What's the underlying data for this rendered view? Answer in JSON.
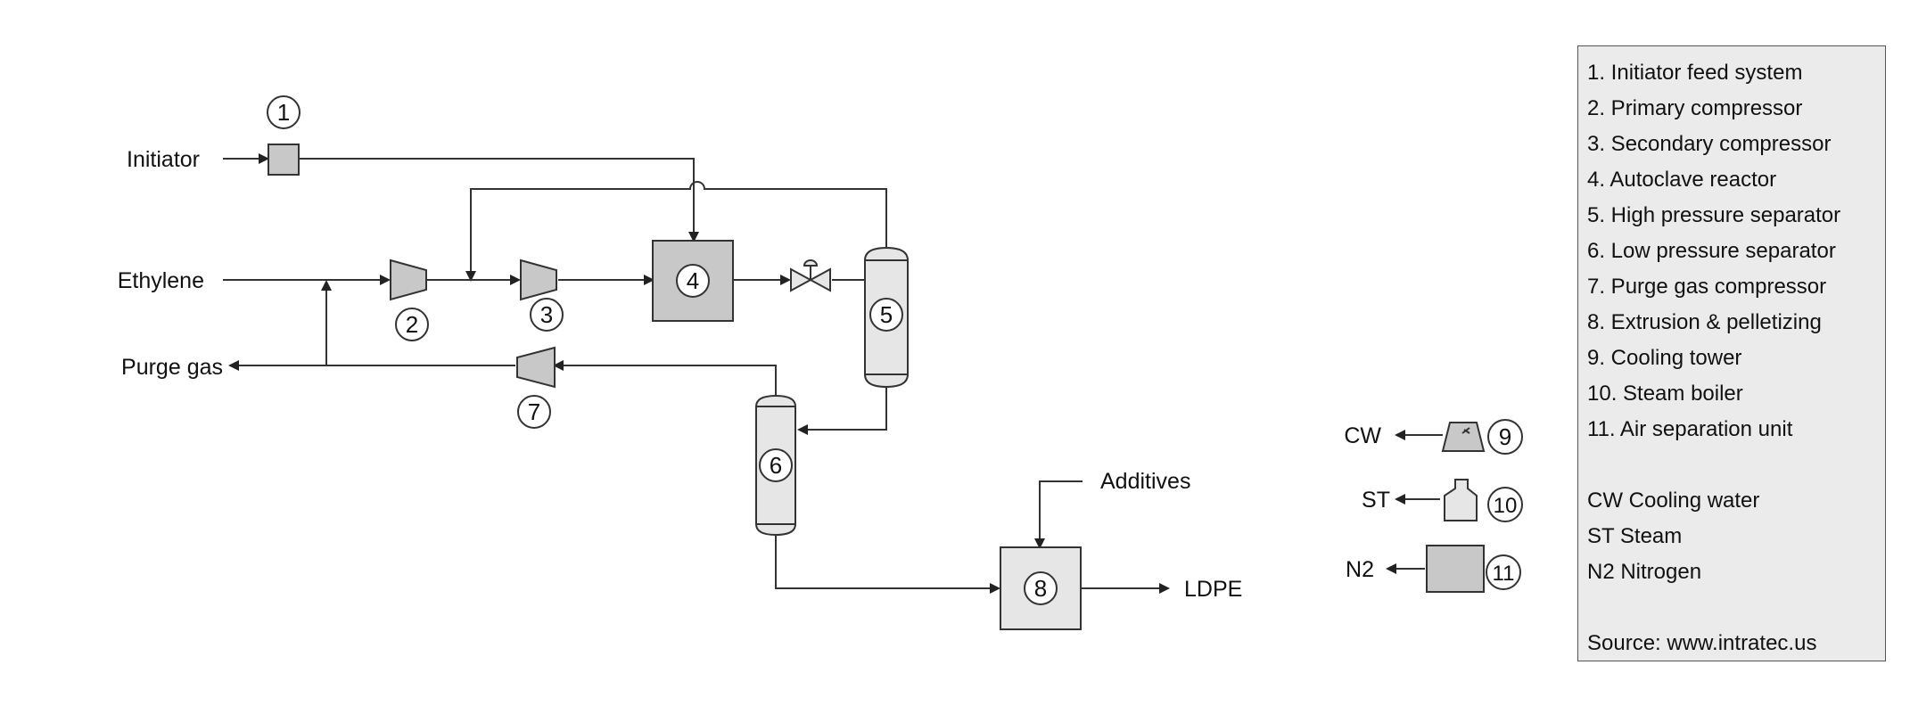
{
  "streams": {
    "initiator": "Initiator",
    "ethylene": "Ethylene",
    "purge_gas": "Purge gas",
    "additives": "Additives",
    "ldpe": "LDPE",
    "cw": "CW",
    "st": "ST",
    "n2": "N2"
  },
  "unit_numbers": [
    "1",
    "2",
    "3",
    "4",
    "5",
    "6",
    "7",
    "8",
    "9",
    "10",
    "11"
  ],
  "legend": {
    "units": [
      "1. Initiator feed system",
      "2. Primary compressor",
      "3. Secondary compressor",
      "4. Autoclave reactor",
      "5. High pressure separator",
      "6. Low pressure separator",
      "7. Purge gas compressor",
      "8. Extrusion & pelletizing",
      "9. Cooling tower",
      "10. Steam boiler",
      "11. Air separation unit"
    ],
    "abbreviations": [
      "CW Cooling water",
      "ST Steam",
      "N2 Nitrogen"
    ],
    "source": "Source: www.intratec.us"
  },
  "colors": {
    "equipment_fill": "#c8c8c8",
    "vessel_fill": "#e6e6e6",
    "legend_fill": "#ebebeb",
    "line": "#333333"
  }
}
